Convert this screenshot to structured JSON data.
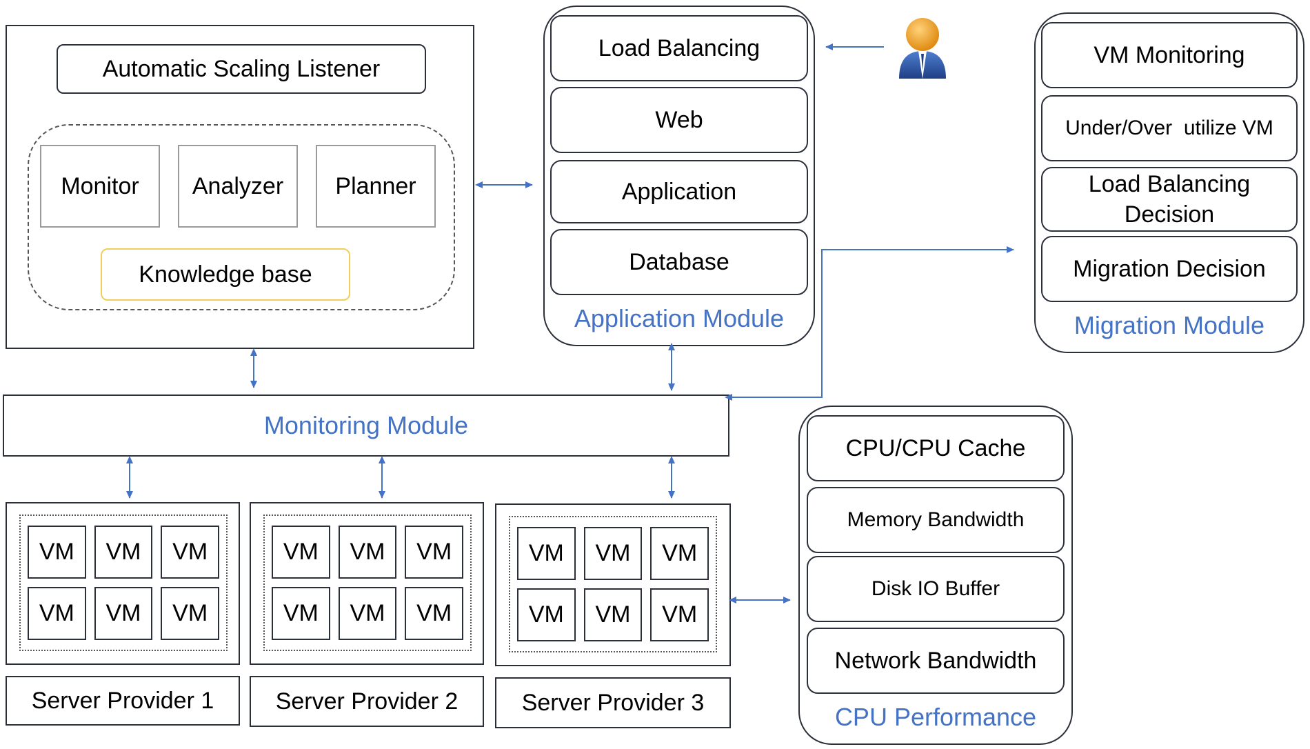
{
  "scaling": {
    "title": "Automatic Scaling Listener",
    "monitor": "Monitor",
    "analyzer": "Analyzer",
    "planner": "Planner",
    "knowledge": "Knowledge base"
  },
  "application_module": {
    "items": [
      "Load Balancing",
      "Web",
      "Application",
      "Database"
    ],
    "label": "Application Module"
  },
  "migration_module": {
    "items": [
      "VM Monitoring",
      "Under/Over  utilize VM",
      "Load Balancing\nDecision",
      "Migration Decision"
    ],
    "label": "Migration Module"
  },
  "monitoring_module": {
    "label": "Monitoring Module"
  },
  "cpu_performance": {
    "items": [
      "CPU/CPU Cache",
      "Memory Bandwidth",
      "Disk IO Buffer",
      "Network Bandwidth"
    ],
    "label": "CPU Performance"
  },
  "servers": [
    {
      "name": "Server Provider 1",
      "vms": [
        "VM",
        "VM",
        "VM",
        "VM",
        "VM",
        "VM"
      ]
    },
    {
      "name": "Server Provider 2",
      "vms": [
        "VM",
        "VM",
        "VM",
        "VM",
        "VM",
        "VM"
      ]
    },
    {
      "name": "Server Provider 3",
      "vms": [
        "VM",
        "VM",
        "VM",
        "VM",
        "VM",
        "VM"
      ]
    }
  ],
  "icons": {
    "user": "user-icon"
  },
  "colors": {
    "accent_blue": "#4472c4",
    "knowledge_border": "#f2cd5c",
    "line_dark": "#2b2f3a"
  }
}
